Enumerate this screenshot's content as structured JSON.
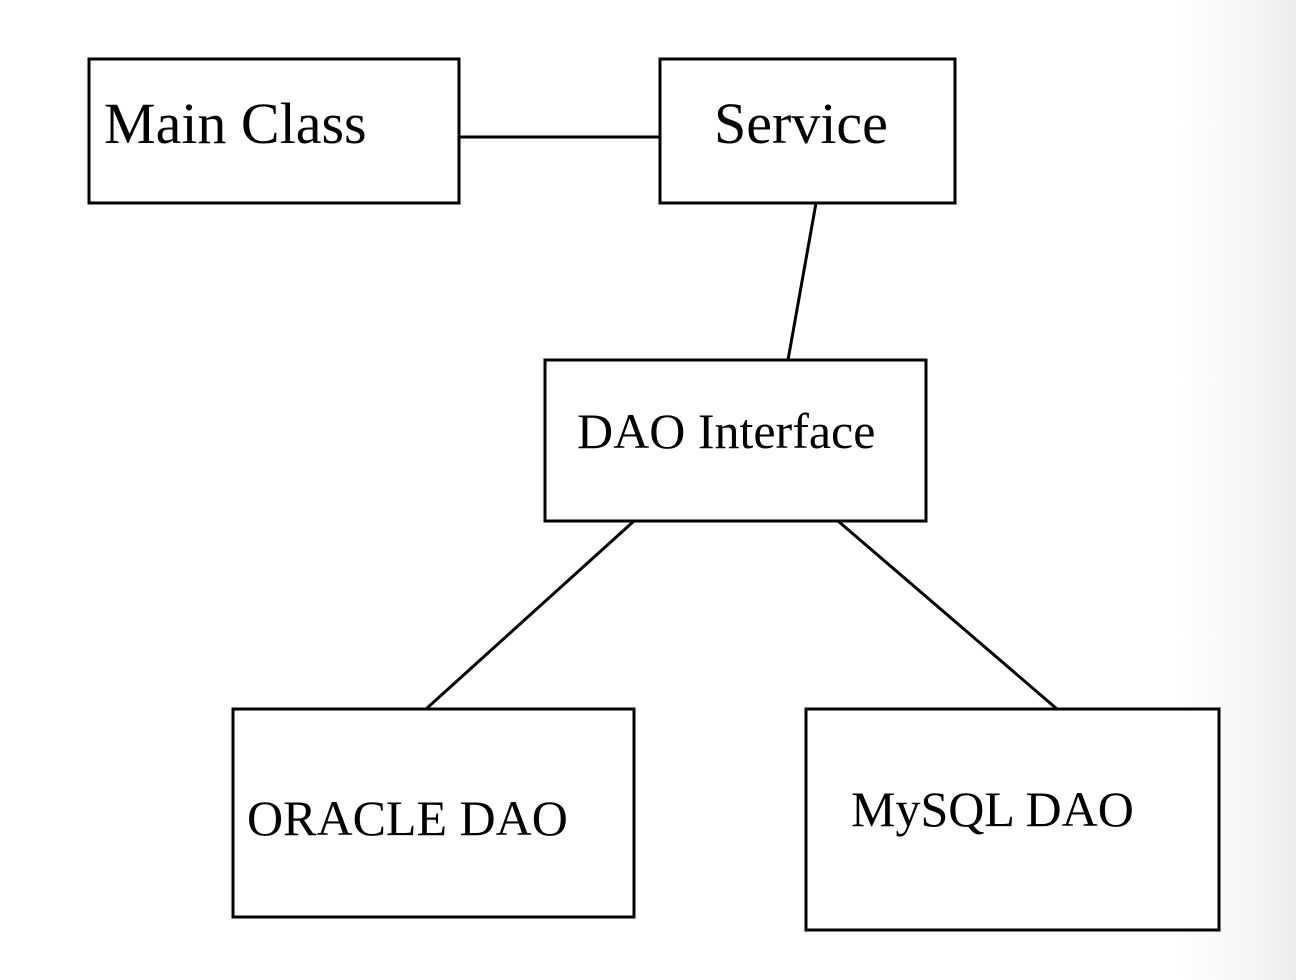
{
  "diagram": {
    "nodes": {
      "main_class": {
        "label": "Main Class"
      },
      "service": {
        "label": "Service"
      },
      "dao_interface": {
        "label": "DAO Interface"
      },
      "oracle_dao": {
        "label": "ORACLE DAO"
      },
      "mysql_dao": {
        "label": "MySQL DAO"
      }
    },
    "edges": [
      {
        "from": "main_class",
        "to": "service"
      },
      {
        "from": "service",
        "to": "dao_interface"
      },
      {
        "from": "dao_interface",
        "to": "oracle_dao"
      },
      {
        "from": "dao_interface",
        "to": "mysql_dao"
      }
    ]
  }
}
